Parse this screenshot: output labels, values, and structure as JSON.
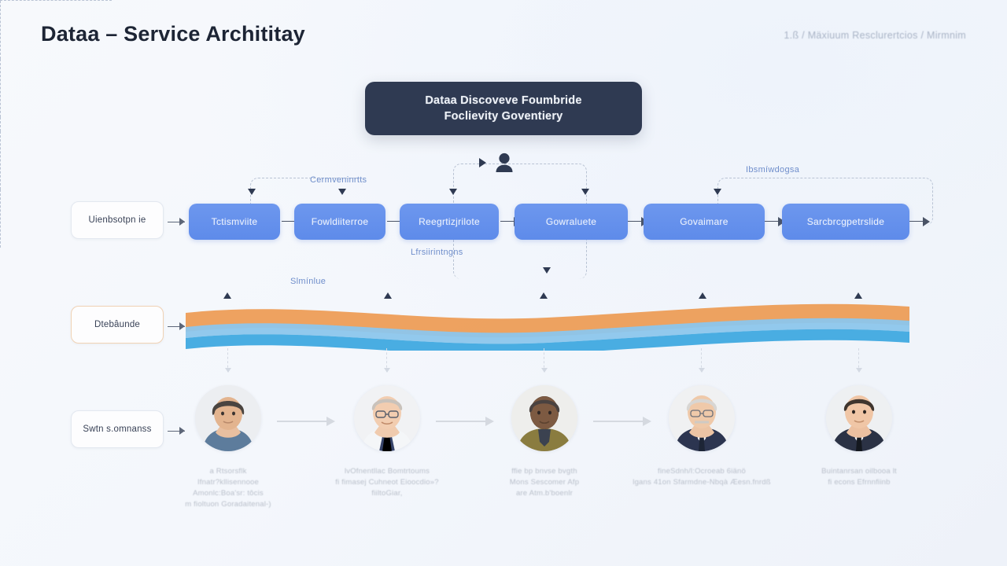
{
  "header": {
    "title": "Dataa – Service Archititay",
    "breadcrumb": "1.ß / Mäxiuum Resclurertcios / Mirmnim"
  },
  "banner": {
    "line1": "Dataa Discoveve Foumbride",
    "line2": "Foclievity Goventiery"
  },
  "rows": {
    "pipeline": {
      "label": "Uienbsotpn ie"
    },
    "waves": {
      "label": "Dtebâunde"
    },
    "personas": {
      "label": "Swtn s.omnanss"
    }
  },
  "pipeline": {
    "steps": [
      {
        "label": "Tctismviite"
      },
      {
        "label": "Fowldiiterroe"
      },
      {
        "label": "Reegrtizjrilote"
      },
      {
        "label": "Gowraluete"
      },
      {
        "label": "Govaimare"
      },
      {
        "label": "Sarcbrcgpetrslide"
      }
    ],
    "flow_labels": [
      {
        "text": "Cermveninrtts"
      },
      {
        "text": "Lfrsiirintngns"
      },
      {
        "text": "Ibsmíwdogsa"
      },
      {
        "text": "Slmínlue"
      }
    ],
    "icon": "user-icon"
  },
  "wave_band": {
    "colors": {
      "orange": "#ed9a52",
      "blue_light": "#8cc6ec",
      "blue": "#3fa9e0"
    }
  },
  "personas": [
    {
      "avatar": "persona-avatar-1",
      "caption": [
        "a Rtsorsflk",
        "Ifnatr?kllisennooe",
        "Amonlc:Boa'sr: tôcis",
        "m fioltuon Goradaitenal-)"
      ]
    },
    {
      "avatar": "persona-avatar-2",
      "caption": [
        "lvOfnentllac Bomtrtoums",
        "fi fimasej Cuhneot Eioocdio»?",
        "fiiltoGiar,"
      ]
    },
    {
      "avatar": "persona-avatar-3",
      "caption": [
        "ffie bp bnvse bvgth",
        "Mons Sescomer Afp",
        "are Atm.b'boenlr"
      ]
    },
    {
      "avatar": "persona-avatar-4",
      "caption": [
        "fineSdnh/l:Ocroeab 6iänö",
        "lgans 41on Sfarmdne-Nbqà Æesn.fnrdß"
      ]
    },
    {
      "avatar": "persona-avatar-5",
      "caption": [
        "Buintanrsan oilbooa lt",
        "fi econs Efrnnfiinb"
      ]
    }
  ],
  "colors": {
    "accent_blue": "#5e8bea",
    "banner_navy": "#2f3a52",
    "flow_label": "#6f8ecb"
  }
}
